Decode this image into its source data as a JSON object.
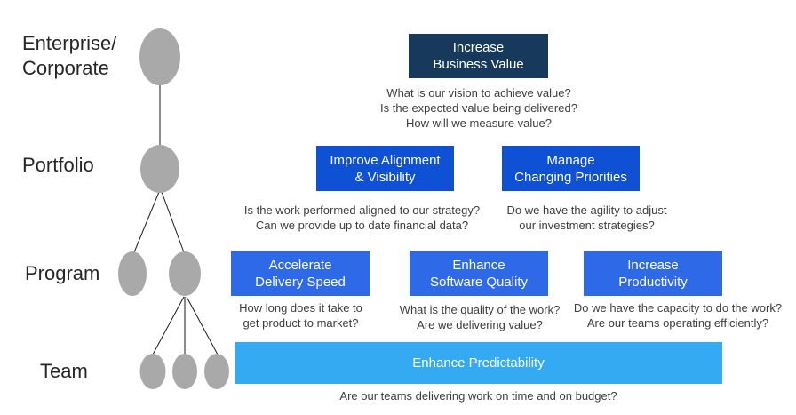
{
  "colors": {
    "enterprise_box": "#16395C",
    "portfolio_box": "#0E51D4",
    "program_box": "#2E6AE8",
    "team_box": "#33AAF1",
    "node_gray": "#A9A9A9",
    "question_text": "#3d3d3d",
    "label_text": "#262626"
  },
  "levels": {
    "enterprise": {
      "label_line1": "Enterprise/",
      "label_line2": "Corporate"
    },
    "portfolio": {
      "label": "Portfolio"
    },
    "program": {
      "label": "Program"
    },
    "team": {
      "label": "Team"
    }
  },
  "boxes": {
    "business_value": {
      "line1": "Increase",
      "line2": "Business Value"
    },
    "alignment": {
      "line1": "Improve Alignment",
      "line2": "& Visibility"
    },
    "priorities": {
      "line1": "Manage",
      "line2": "Changing Priorities"
    },
    "delivery": {
      "line1": "Accelerate",
      "line2": "Delivery Speed"
    },
    "quality": {
      "line1": "Enhance",
      "line2": "Software Quality"
    },
    "productivity": {
      "line1": "Increase",
      "line2": "Productivity"
    },
    "predictability": {
      "label": "Enhance Predictability"
    }
  },
  "questions": {
    "enterprise": {
      "line1": "What is our vision to achieve value?",
      "line2": "Is the expected value being delivered?",
      "line3": "How will we measure value?"
    },
    "portfolio_left": {
      "line1": "Is the work performed aligned to our strategy?",
      "line2": "Can we provide up to date financial data?"
    },
    "portfolio_right": {
      "line1": "Do we have the agility to adjust",
      "line2": "our investment strategies?"
    },
    "program_left": {
      "line1": "How long does it take to",
      "line2": "get product to market?"
    },
    "program_center": {
      "line1": "What is the quality of the work?",
      "line2": "Are we delivering value?"
    },
    "program_right": {
      "line1": "Do we have the capacity to do the work?",
      "line2": "Are our teams operating efficiently?"
    },
    "team": {
      "line1": "Are our teams delivering work on time and on budget?"
    }
  }
}
